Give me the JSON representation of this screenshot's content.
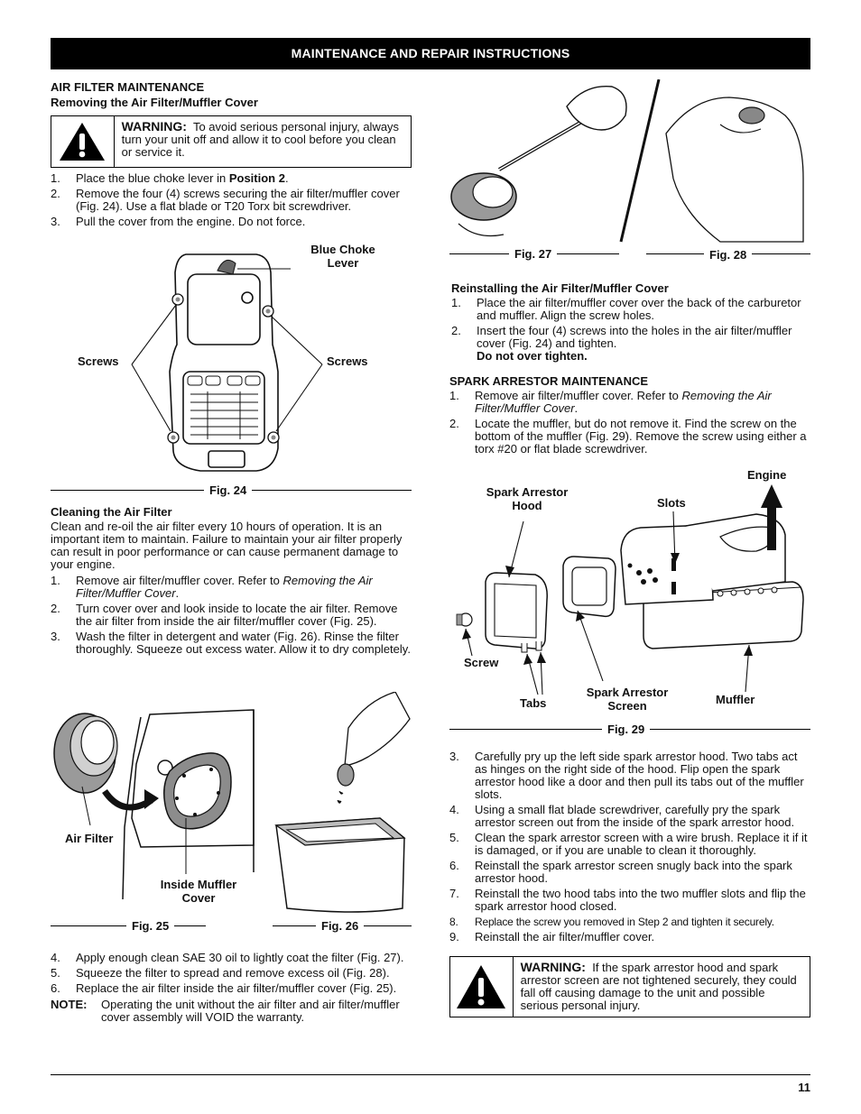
{
  "header": {
    "title": "MAINTENANCE AND REPAIR INSTRUCTIONS"
  },
  "left": {
    "section_title": "AIR FILTER MAINTENANCE",
    "removing_title": "Removing the Air Filter/Muffler Cover",
    "warning1": {
      "label": "WARNING:",
      "text": "To avoid serious personal injury, always turn your unit off and allow it to cool before you clean or service it."
    },
    "removing_steps": [
      {
        "num": "1.",
        "pre": "Place the blue choke lever in ",
        "bold": "Position 2",
        "post": "."
      },
      {
        "num": "2.",
        "text": "Remove the four (4) screws securing the air filter/muffler cover (Fig. 24). Use a flat blade or T20 Torx bit screwdriver."
      },
      {
        "num": "3.",
        "text": "Pull the cover from the engine. Do not force."
      }
    ],
    "fig24": {
      "caption": "Fig. 24",
      "blue_choke": "Blue Choke Lever",
      "screws_left": "Screws",
      "screws_right": "Screws"
    },
    "cleaning_title": "Cleaning the Air Filter",
    "cleaning_intro": "Clean and re-oil the air filter every 10 hours of operation. It is an important item to maintain. Failure to maintain your air filter properly can result in poor performance or can cause permanent damage to your engine.",
    "cleaning_steps": [
      {
        "num": "1.",
        "pre": "Remove air filter/muffler cover. Refer to ",
        "italic": "Removing the Air Filter/Muffler Cover",
        "post": "."
      },
      {
        "num": "2.",
        "text": "Turn cover over and look inside to locate the air filter. Remove the air filter from inside the air filter/muffler cover (Fig. 25)."
      },
      {
        "num": "3.",
        "text": "Wash the filter in detergent and water (Fig. 26). Rinse the filter thoroughly. Squeeze out excess water. Allow it to dry completely."
      }
    ],
    "fig25": {
      "caption": "Fig. 25",
      "air_filter": "Air Filter",
      "inside_cover": "Inside Muffler Cover"
    },
    "fig26": {
      "caption": "Fig. 26"
    },
    "oil_steps": [
      {
        "num": "4.",
        "text": "Apply enough clean SAE 30 oil to lightly coat the filter (Fig. 27)."
      },
      {
        "num": "5.",
        "text": "Squeeze the filter to spread and remove excess oil (Fig. 28)."
      },
      {
        "num": "6.",
        "text": "Replace the air filter inside the air filter/muffler cover (Fig. 25)."
      }
    ],
    "note": {
      "label": "NOTE:",
      "text": "Operating the unit without the air filter and air filter/muffler cover assembly will VOID the warranty."
    }
  },
  "right": {
    "fig27": {
      "caption": "Fig. 27"
    },
    "fig28": {
      "caption": "Fig. 28"
    },
    "reinstall_title": "Reinstalling the Air Filter/Muffler Cover",
    "reinstall_steps": [
      {
        "num": "1.",
        "text": "Place the air filter/muffler cover over the back of the carburetor and muffler. Align the screw holes."
      },
      {
        "num": "2.",
        "text": "Insert the four (4) screws into the holes in the air filter/muffler cover (Fig. 24) and tighten.",
        "bold": "Do not over tighten."
      }
    ],
    "spark_title": "SPARK ARRESTOR MAINTENANCE",
    "spark_steps_a": [
      {
        "num": "1.",
        "pre": "Remove air filter/muffler cover. Refer to ",
        "italic": "Removing the Air Filter/Muffler Cover",
        "post": "."
      },
      {
        "num": "2.",
        "text": "Locate the muffler, but do not remove it. Find the screw on the bottom of the muffler (Fig. 29). Remove the screw using either a torx #20 or flat blade screwdriver."
      }
    ],
    "fig29": {
      "caption": "Fig. 29",
      "hood": "Spark Arrestor Hood",
      "slots": "Slots",
      "engine": "Engine",
      "screw": "Screw",
      "tabs": "Tabs",
      "screen": "Spark Arrestor Screen",
      "muffler": "Muffler"
    },
    "spark_steps_b": [
      {
        "num": "3.",
        "text": "Carefully pry up the left side spark arrestor hood. Two tabs act as hinges on the right side of the hood. Flip open the spark arrestor hood like a door and then pull its tabs out of the muffler slots."
      },
      {
        "num": "4.",
        "text": "Using a small flat blade screwdriver, carefully pry the spark arrestor screen out from the inside of the spark arrestor hood."
      },
      {
        "num": "5.",
        "text": "Clean the spark arrestor screen with a wire brush. Replace it if it is damaged, or if you are unable to clean it thoroughly."
      },
      {
        "num": "6.",
        "text": "Reinstall the spark arrestor screen snugly back into the spark arrestor hood."
      },
      {
        "num": "7.",
        "text": "Reinstall the two hood tabs into the two muffler slots and flip the spark arrestor hood closed."
      },
      {
        "num": "8.",
        "text": "Replace the screw you removed in Step 2 and tighten it securely."
      },
      {
        "num": "9.",
        "text": "Reinstall the air filter/muffler cover."
      }
    ],
    "warning2": {
      "label": "WARNING:",
      "text": "If the spark arrestor hood and spark arrestor screen are not tightened securely, they could fall off causing damage to the unit and possible serious personal injury."
    }
  },
  "footer": {
    "page_number": "11"
  }
}
